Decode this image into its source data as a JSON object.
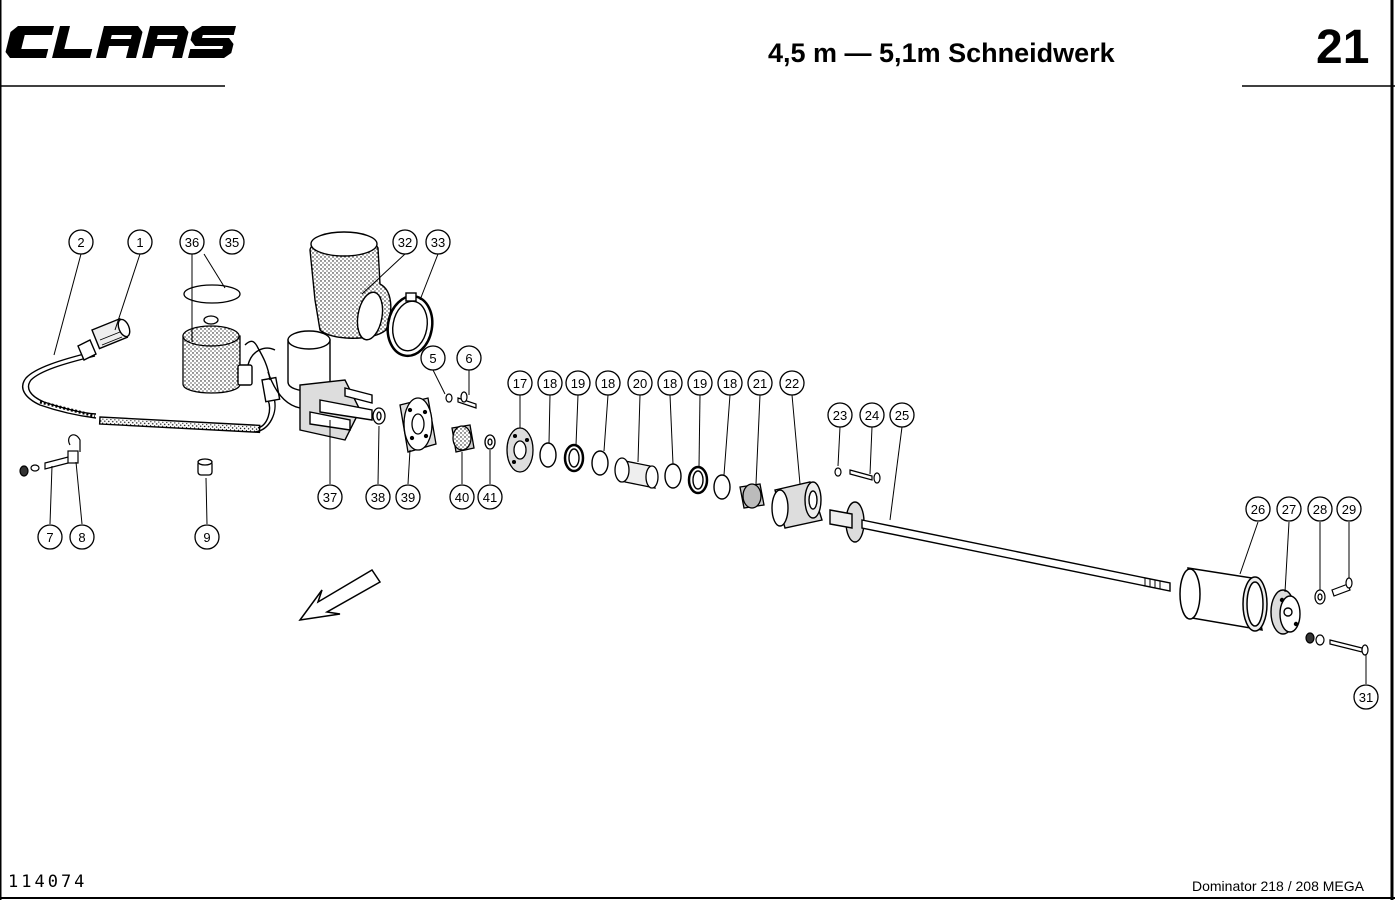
{
  "header": {
    "brand_logo": "CLAAS",
    "title": "4,5 m — 5,1m Schneidwerk",
    "page_number": "21"
  },
  "footer": {
    "document_number": "114074",
    "model": "Dominator 218 / 208 MEGA"
  },
  "callouts": [
    {
      "id": "c1",
      "label": "1"
    },
    {
      "id": "c2",
      "label": "2"
    },
    {
      "id": "c5",
      "label": "5"
    },
    {
      "id": "c6",
      "label": "6"
    },
    {
      "id": "c7",
      "label": "7"
    },
    {
      "id": "c8",
      "label": "8"
    },
    {
      "id": "c9",
      "label": "9"
    },
    {
      "id": "c17",
      "label": "17"
    },
    {
      "id": "c18a",
      "label": "18"
    },
    {
      "id": "c19a",
      "label": "19"
    },
    {
      "id": "c18b",
      "label": "18"
    },
    {
      "id": "c20",
      "label": "20"
    },
    {
      "id": "c18c",
      "label": "18"
    },
    {
      "id": "c19b",
      "label": "19"
    },
    {
      "id": "c18d",
      "label": "18"
    },
    {
      "id": "c21",
      "label": "21"
    },
    {
      "id": "c22",
      "label": "22"
    },
    {
      "id": "c23",
      "label": "23"
    },
    {
      "id": "c24",
      "label": "24"
    },
    {
      "id": "c25",
      "label": "25"
    },
    {
      "id": "c26",
      "label": "26"
    },
    {
      "id": "c27",
      "label": "27"
    },
    {
      "id": "c28",
      "label": "28"
    },
    {
      "id": "c29",
      "label": "29"
    },
    {
      "id": "c31",
      "label": "31"
    },
    {
      "id": "c32",
      "label": "32"
    },
    {
      "id": "c33",
      "label": "33"
    },
    {
      "id": "c35",
      "label": "35"
    },
    {
      "id": "c36",
      "label": "36"
    },
    {
      "id": "c37",
      "label": "37"
    },
    {
      "id": "c38",
      "label": "38"
    },
    {
      "id": "c39",
      "label": "39"
    },
    {
      "id": "c40",
      "label": "40"
    },
    {
      "id": "c41",
      "label": "41"
    }
  ]
}
